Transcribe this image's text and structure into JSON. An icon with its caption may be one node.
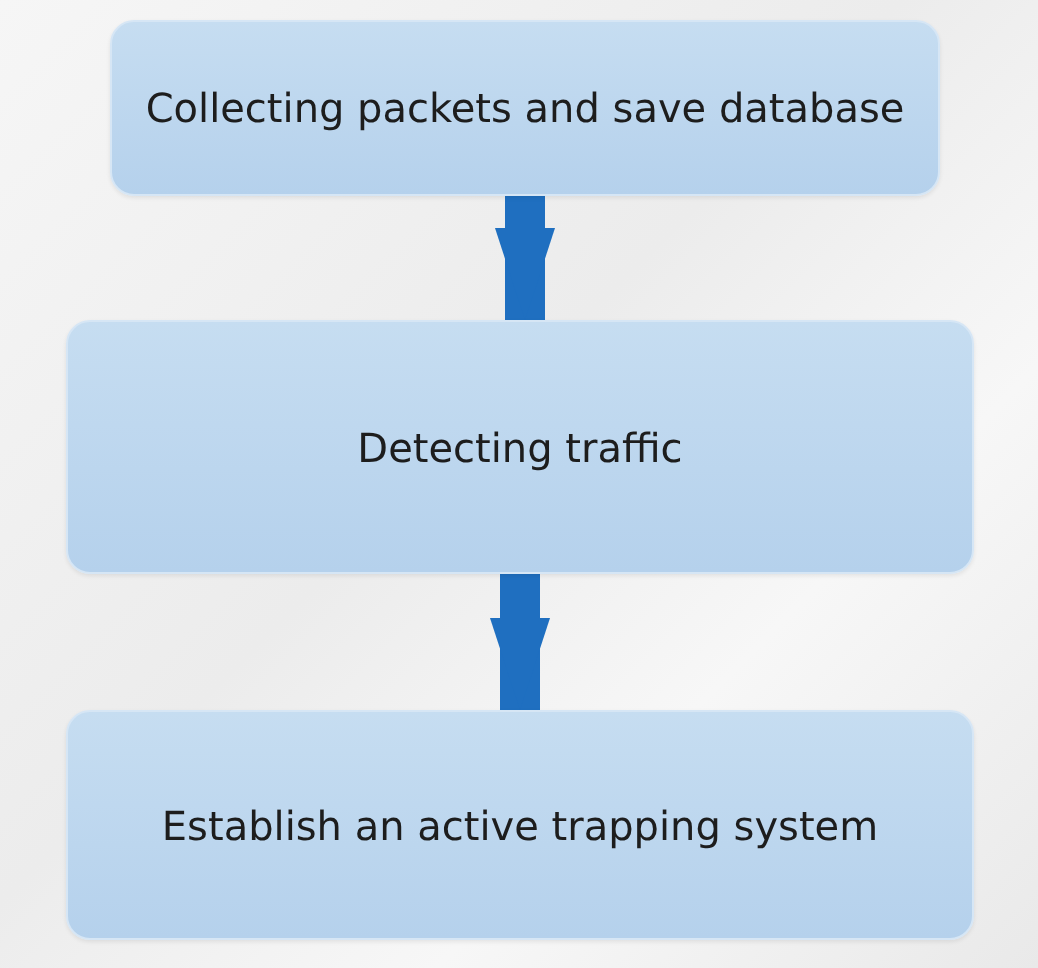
{
  "diagram": {
    "nodes": [
      {
        "text": [
          "Collecting packets and save database"
        ]
      },
      {
        "text": [
          "Detecting traffic"
        ]
      },
      {
        "text": [
          "Establish an active trapping system"
        ]
      }
    ],
    "edges": [
      {
        "from": 0,
        "to": 1,
        "arrow": "to"
      },
      {
        "from": 1,
        "to": 2,
        "arrow": "to"
      }
    ]
  }
}
